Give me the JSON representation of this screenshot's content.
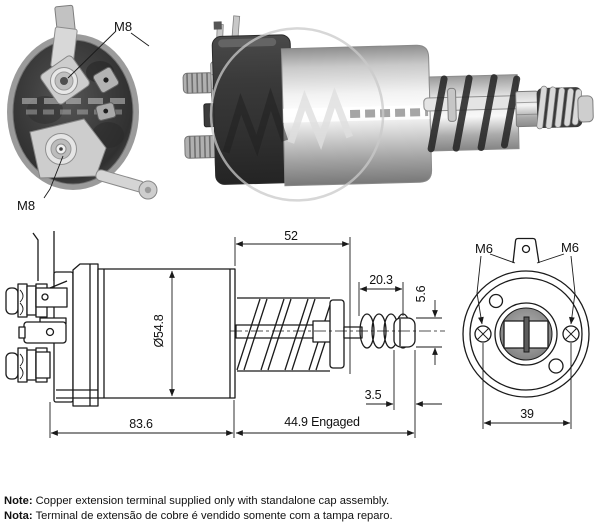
{
  "rear_view": {
    "terminal_top": "M8",
    "terminal_bottom": "M8"
  },
  "end_view": {
    "terminal_left": "M6",
    "terminal_right": "M6",
    "dim_terminal_spacing": "39"
  },
  "side_view_drawing": {
    "dim_housing_length": "83.6",
    "dim_housing_diameter": "Ø54.8",
    "dim_plunger_extended": "52",
    "dim_drive_spring": "20.3",
    "dim_pin_height": "5.6",
    "dim_pin_width": "3.5",
    "dim_engaged": "44.9 Engaged"
  },
  "notes": {
    "en": {
      "label": "Note:",
      "text": "Copper extension terminal supplied only with standalone cap assembly."
    },
    "pt": {
      "label": "Nota:",
      "text": "Terminal de extensão de cobre é vendido somente com a tampa reparo."
    }
  },
  "colors": {
    "ink": "#1a1a1a",
    "photo_dark": "#3a3a3a",
    "background": "#ffffff"
  }
}
